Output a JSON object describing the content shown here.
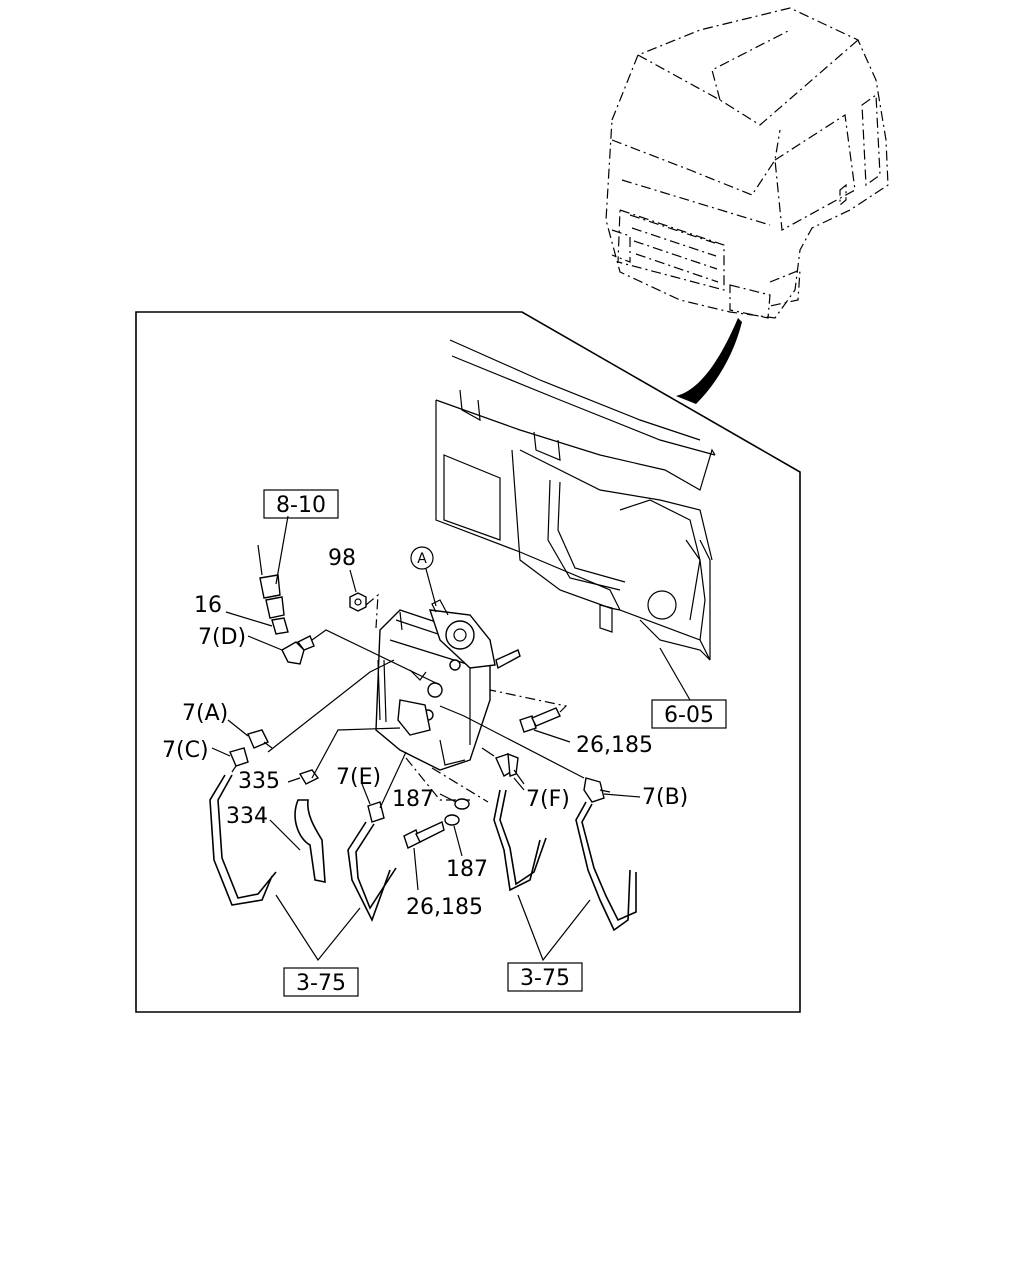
{
  "labels": {
    "ref_8_10": "8-10",
    "ref_6_05": "6-05",
    "ref_3_75_left": "3-75",
    "ref_3_75_right": "3-75",
    "p16": "16",
    "p98": "98",
    "p7D": "7(D)",
    "p7A": "7(A)",
    "p7C": "7(C)",
    "p7E": "7(E)",
    "p7F": "7(F)",
    "p7B": "7(B)",
    "p335": "335",
    "p334": "334",
    "p187a": "187",
    "p187b": "187",
    "p26_185a": "26,185",
    "p26_185b": "26,185",
    "detail_A": "A"
  }
}
